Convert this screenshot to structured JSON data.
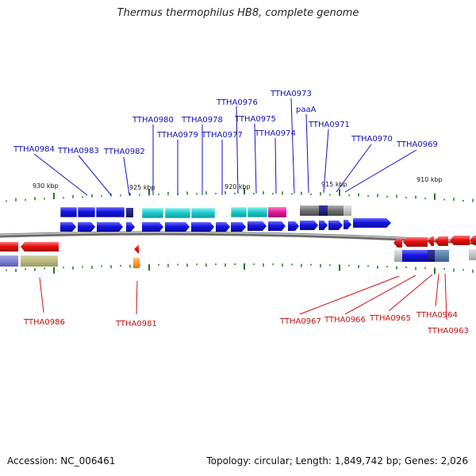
{
  "title": "Thermus thermophilus HB8, complete genome",
  "footer": {
    "accession": "Accession: NC_006461",
    "stats": "Topology: circular; Length: 1,849,742 bp; Genes: 2,026"
  },
  "scale_labels": [
    "930 kbp",
    "925 kbp",
    "920 kbp",
    "915 kbp",
    "910 kbp"
  ],
  "top_gene_labels": [
    "TTHA0984",
    "TTHA0983",
    "TTHA0982",
    "TTHA0980",
    "TTHA0979",
    "TTHA0978",
    "TTHA0977",
    "TTHA0976",
    "TTHA0975",
    "TTHA0974",
    "TTHA0973",
    "paaA",
    "TTHA0971",
    "TTHA0970",
    "TTHA0969"
  ],
  "bottom_gene_labels": [
    "TTHA0986",
    "TTHA0981",
    "TTHA0967",
    "TTHA0966",
    "TTHA0965",
    "TTHA0964",
    "TTHA0963"
  ],
  "colors": {
    "forward_gene": "#1515e0",
    "reverse_gene": "#e01010",
    "cyan_feature": "#19c8c8",
    "magenta_feature": "#e0189a",
    "olive_feature": "#b8b47a",
    "orange_feature": "#ff8a10",
    "backbone": "#888888",
    "tick": "#1a7a1a",
    "top_label": "#1010b0",
    "bottom_label": "#c01010"
  }
}
